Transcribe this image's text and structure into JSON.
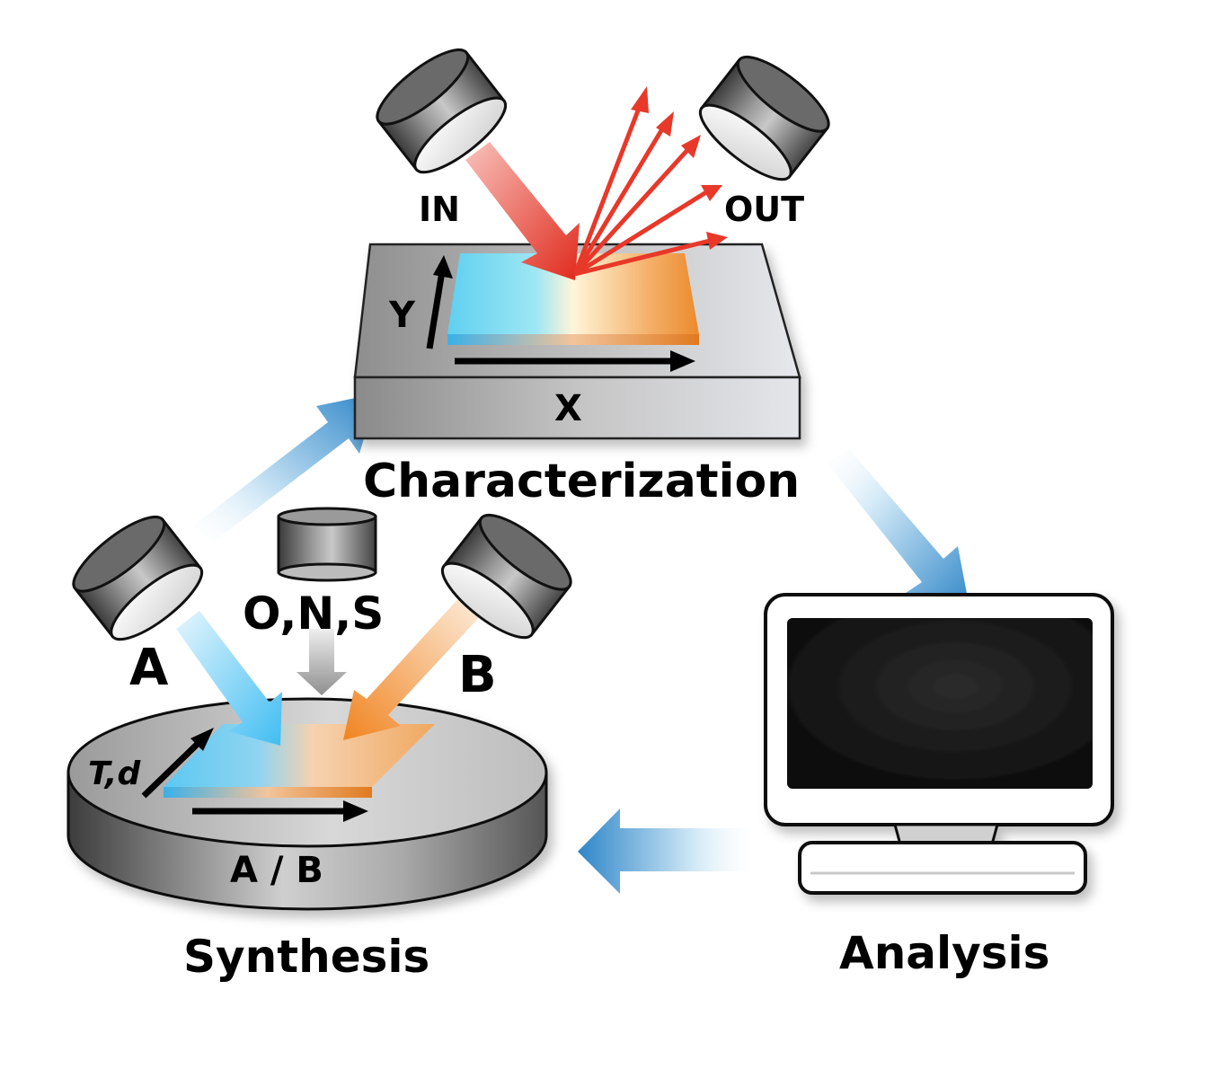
{
  "labels": {
    "characterization_in": "IN",
    "characterization_out": "OUT",
    "axis_y": "Y",
    "axis_x": "X",
    "characterization_title": "Characterization",
    "source_a": "A",
    "source_b": "B",
    "gas_sources": "O,N,S",
    "gradient_param": "T,d",
    "composition_axis": "A / B",
    "synthesis_title": "Synthesis",
    "analysis_title": "Analysis"
  },
  "colors": {
    "flow_arrow_blue": "#2e86c8",
    "probe_beam_red": "#e8382a",
    "source_a_blue": "#58c4f2",
    "source_b_orange": "#f0882a",
    "gas_arrow_gray": "#9a9a9a",
    "stage_gray": "#a8a8a8",
    "monitor_screen": "#111111"
  },
  "icons": {
    "source_cylinder": "cylinder-icon",
    "monitor": "monitor-icon"
  }
}
